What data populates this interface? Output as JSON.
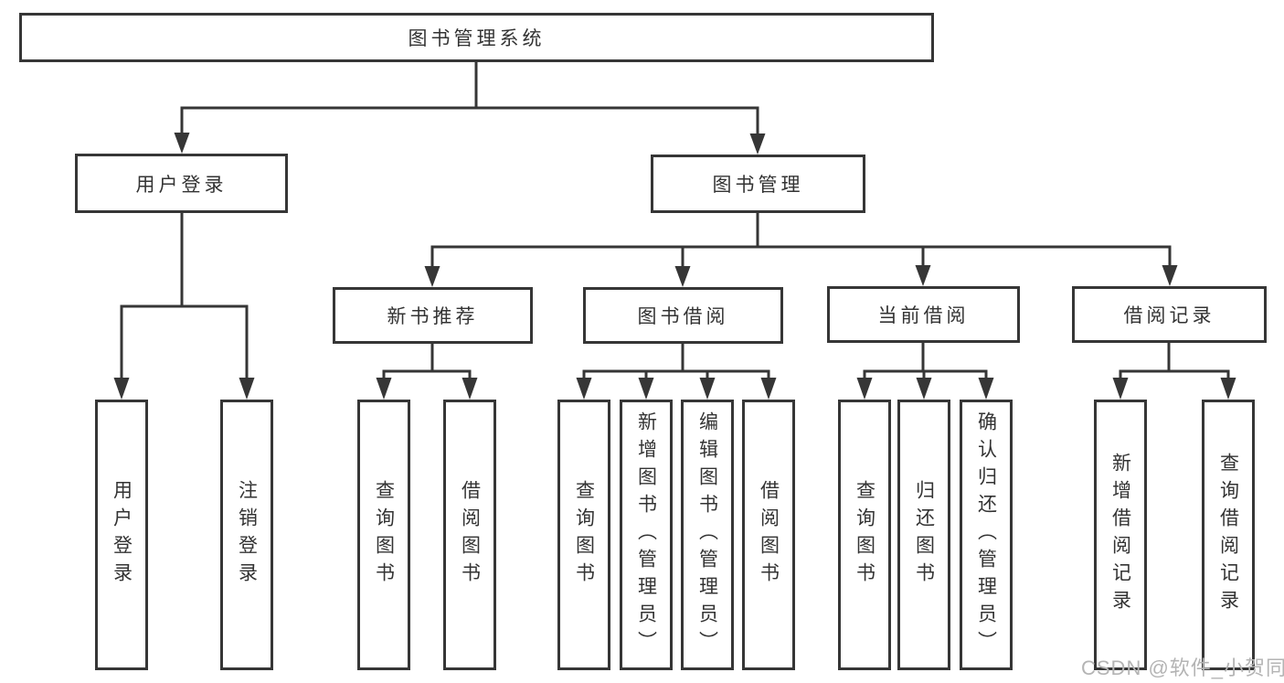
{
  "diagram": {
    "root": {
      "label": "图书管理系统"
    },
    "branches": [
      {
        "label": "用户登录",
        "children": [
          {
            "label": "用户登录"
          },
          {
            "label": "注销登录"
          }
        ]
      },
      {
        "label": "图书管理",
        "children": [
          {
            "label": "新书推荐",
            "children": [
              {
                "label": "查询图书"
              },
              {
                "label": "借阅图书"
              }
            ]
          },
          {
            "label": "图书借阅",
            "children": [
              {
                "label": "查询图书"
              },
              {
                "label": "新增图书（管理员）"
              },
              {
                "label": "编辑图书（管理员）"
              },
              {
                "label": "借阅图书"
              }
            ]
          },
          {
            "label": "当前借阅",
            "children": [
              {
                "label": "查询图书"
              },
              {
                "label": "归还图书"
              },
              {
                "label": "确认归还（管理员）"
              }
            ]
          },
          {
            "label": "借阅记录",
            "children": [
              {
                "label": "新增借阅记录"
              },
              {
                "label": "查询借阅记录"
              }
            ]
          }
        ]
      }
    ]
  },
  "watermark": {
    "text": "CSDN @软件_小贺同学"
  },
  "colors": {
    "line": "#363636",
    "box_border": "#363636",
    "text": "#333333",
    "watermark": "#b4b4b4",
    "background": "#ffffff"
  }
}
